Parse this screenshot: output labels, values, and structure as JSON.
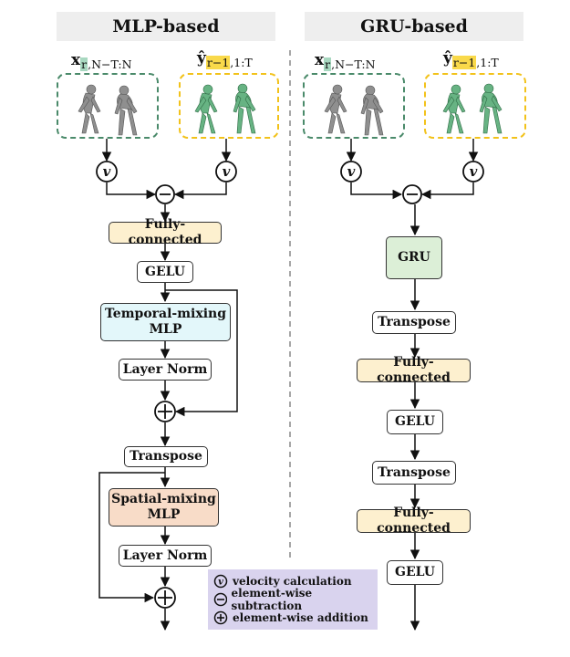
{
  "headers": {
    "mlp": "MLP-based",
    "gru": "GRU-based"
  },
  "inputs": {
    "x_sym": "x",
    "x_sub_hl": "r",
    "x_sub_rest": ",N−T:N",
    "y_sym": "ŷ",
    "y_sub_hl": "r−1",
    "y_sub_rest": ",1:T"
  },
  "symbols": {
    "velocity": "v",
    "subtract": "−"
  },
  "mlp": {
    "fc1": "Fully-connected",
    "gelu1": "GELU",
    "temporal_line1": "Temporal-mixing",
    "temporal_line2": "MLP",
    "layernorm1": "Layer Norm",
    "transpose": "Transpose",
    "spatial_line1": "Spatial-mixing",
    "spatial_line2": "MLP",
    "layernorm2": "Layer Norm"
  },
  "gru": {
    "gru": "GRU",
    "transpose1": "Transpose",
    "fc1": "Fully-connected",
    "gelu1": "GELU",
    "transpose2": "Transpose",
    "fc2": "Fully-connected",
    "gelu2": "GELU"
  },
  "legend": {
    "velocity": "velocity calculation",
    "subtraction": "element-wise subtraction",
    "addition": "element-wise addition"
  },
  "colors": {
    "fc": "#fdf0cf",
    "gru": "#dcefd7",
    "temporal": "#e3f7fa",
    "spatial": "#f8dcc8",
    "input_x_border": "#4a8a6a",
    "input_y_border": "#f2c21a",
    "legend_bg": "#d9d3ee"
  }
}
